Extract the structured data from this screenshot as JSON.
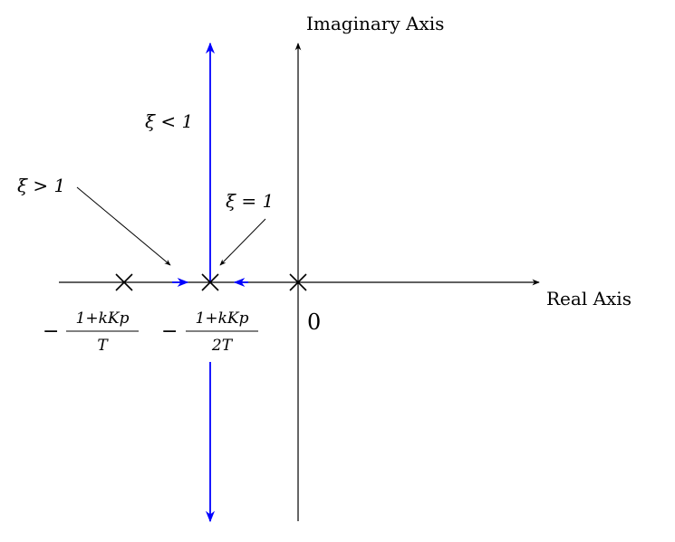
{
  "axes": {
    "imaginary_label": "Imaginary Axis",
    "real_label": "Real Axis",
    "origin_label": "0"
  },
  "annotations": {
    "xi_less": "ξ < 1",
    "xi_greater": "ξ > 1",
    "xi_equal": "ξ = 1"
  },
  "pole_labels": {
    "pole1": {
      "sign": "−",
      "numerator": "1+kKp",
      "denominator": "T"
    },
    "pole2": {
      "sign": "−",
      "numerator": "1+kKp",
      "denominator": "2T"
    }
  },
  "colors": {
    "axis": "#000000",
    "locus": "#0000ff"
  }
}
